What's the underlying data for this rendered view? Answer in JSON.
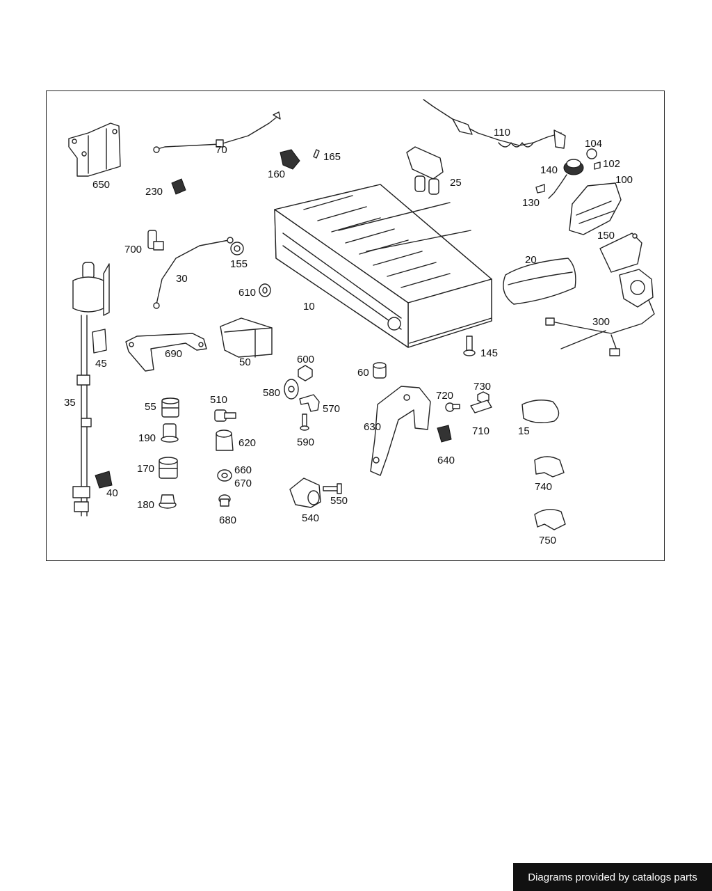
{
  "footer": {
    "text": "Diagrams provided by catalogs parts"
  },
  "labels": {
    "p10": "10",
    "p15": "15",
    "p20": "20",
    "p25": "25",
    "p30": "30",
    "p35": "35",
    "p40": "40",
    "p45": "45",
    "p50": "50",
    "p55": "55",
    "p60": "60",
    "p70": "70",
    "p100": "100",
    "p102": "102",
    "p104": "104",
    "p110": "110",
    "p130": "130",
    "p140": "140",
    "p145": "145",
    "p150": "150",
    "p155": "155",
    "p160": "160",
    "p165": "165",
    "p170": "170",
    "p180": "180",
    "p190": "190",
    "p230": "230",
    "p300": "300",
    "p510": "510",
    "p540": "540",
    "p550": "550",
    "p570": "570",
    "p580": "580",
    "p590": "590",
    "p600": "600",
    "p610": "610",
    "p620": "620",
    "p630": "630",
    "p640": "640",
    "p650": "650",
    "p660": "660",
    "p670": "670",
    "p680": "680",
    "p690": "690",
    "p700": "700",
    "p710": "710",
    "p720": "720",
    "p730": "730",
    "p740": "740",
    "p750": "750"
  }
}
